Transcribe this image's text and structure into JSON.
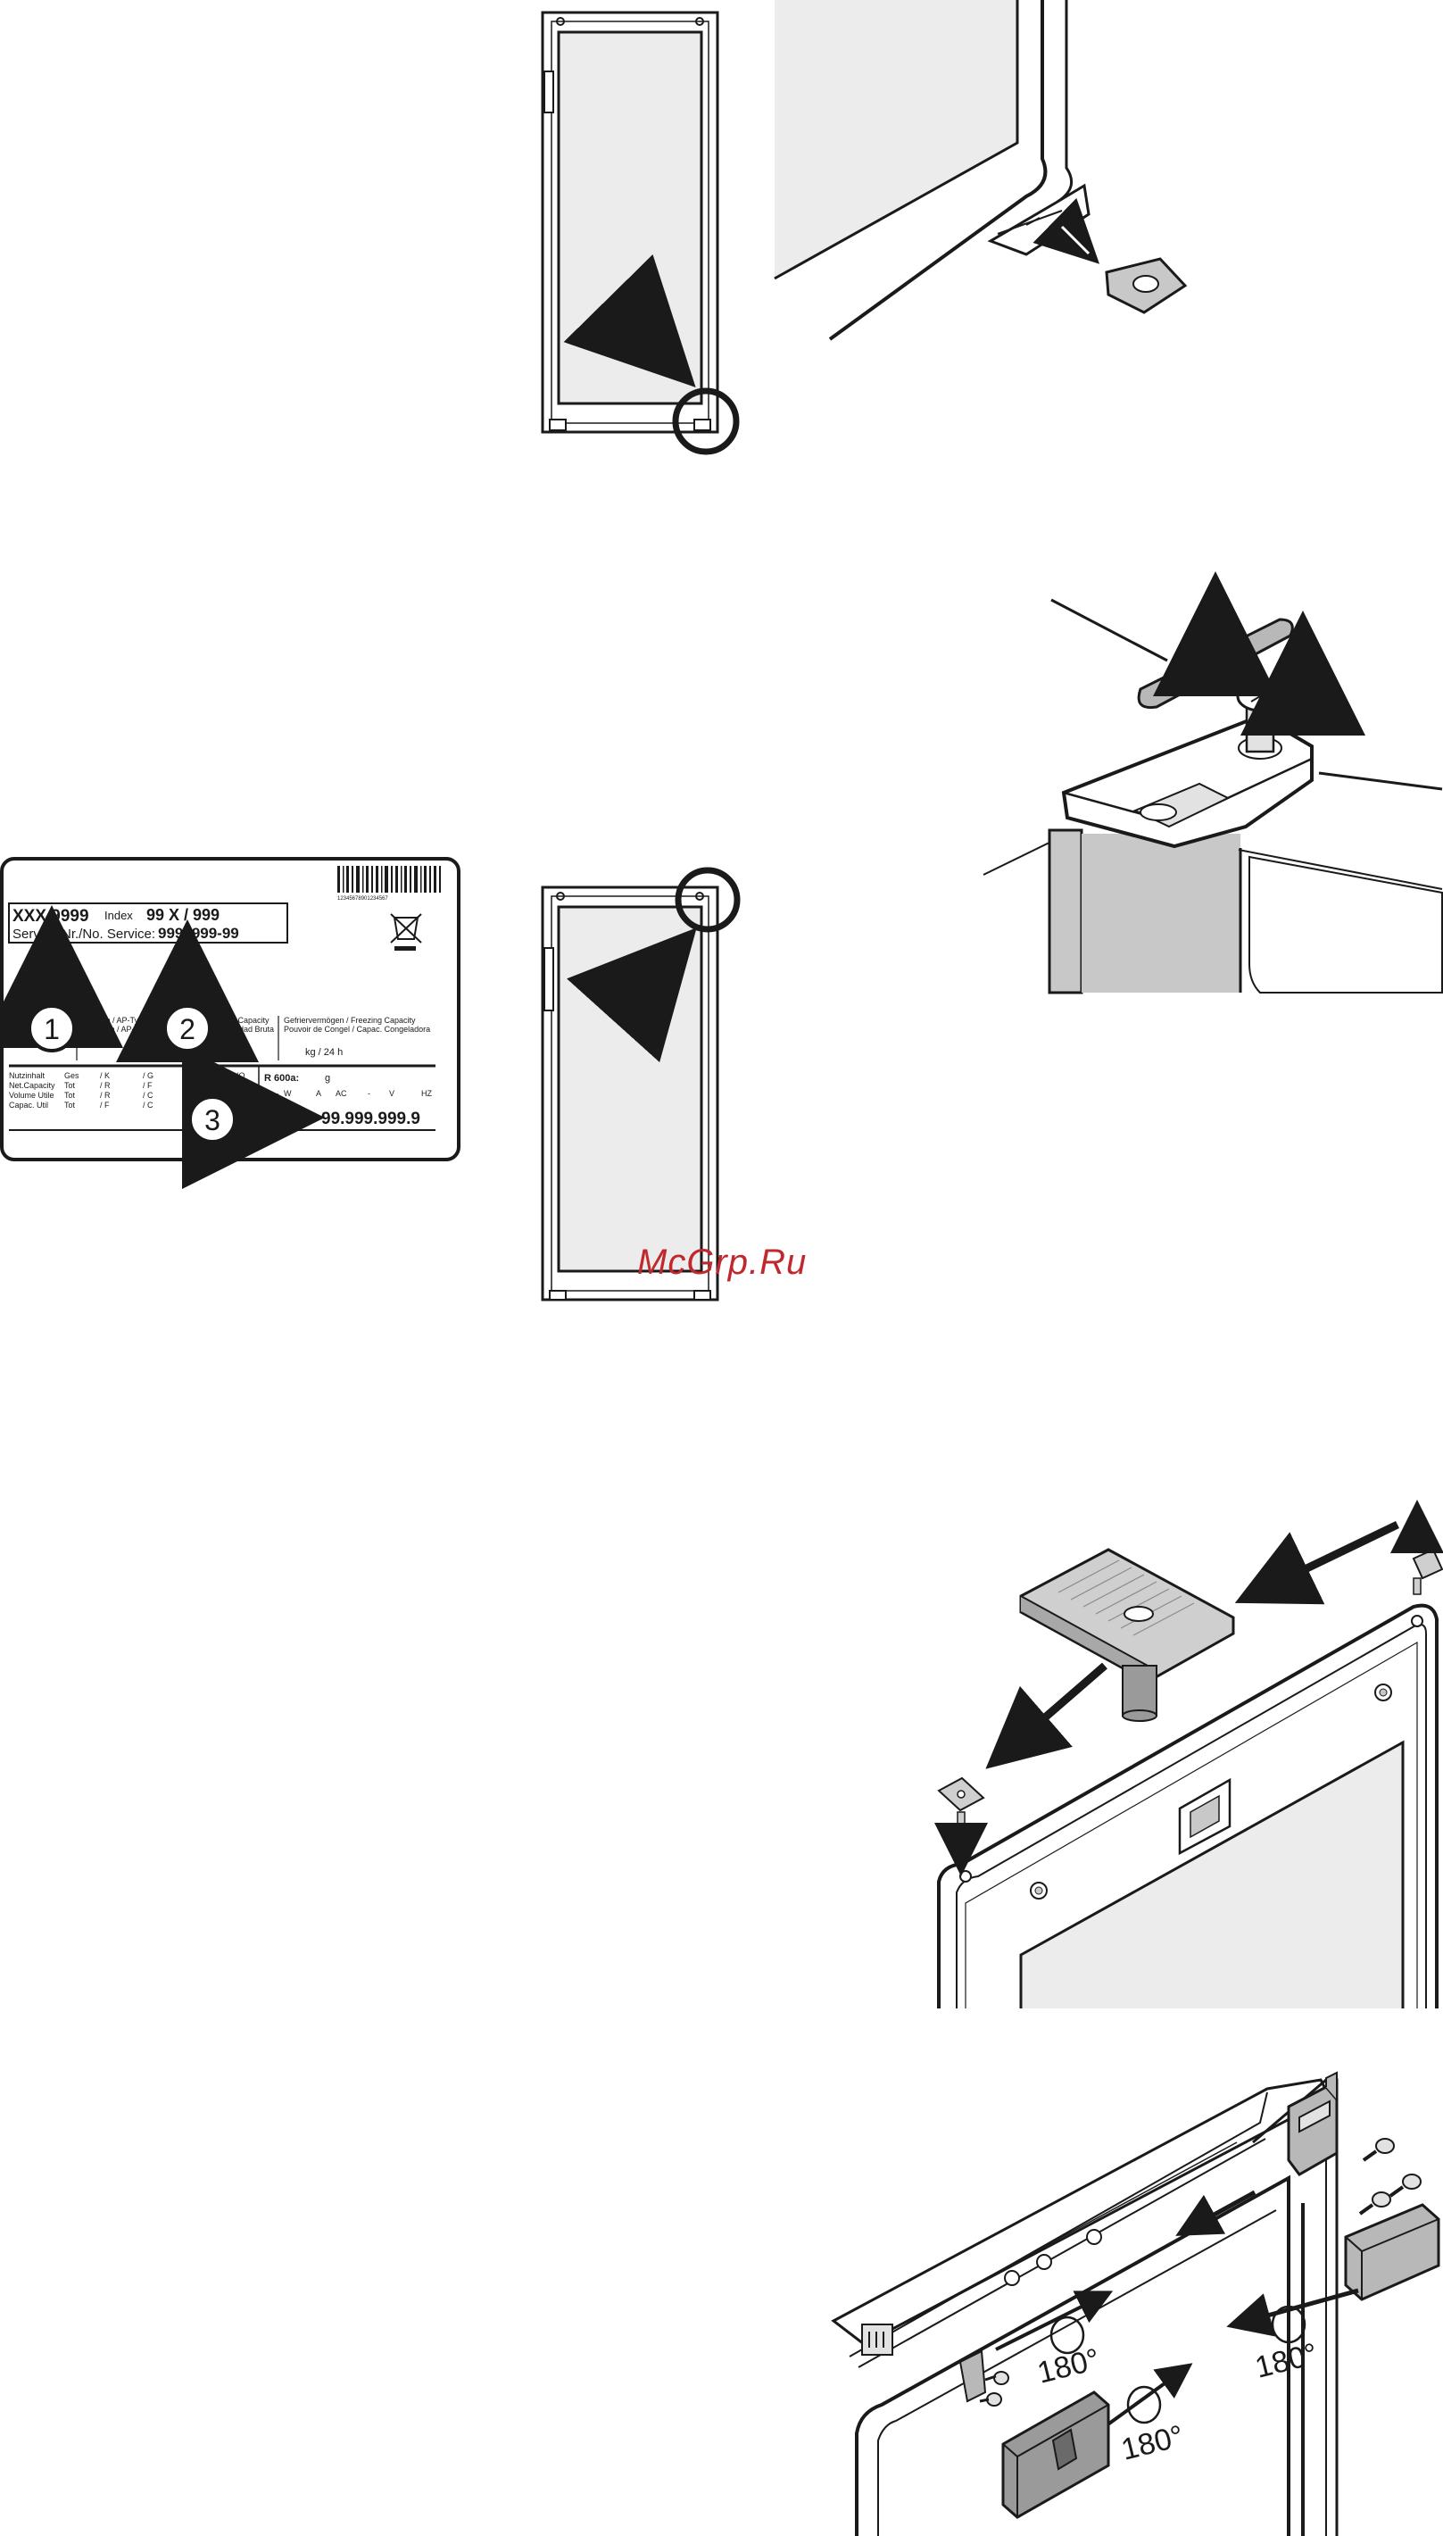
{
  "watermark": "McGrp.Ru",
  "plate": {
    "model": "XXX 9999",
    "index_label": "Index",
    "index_value": "99 X / 999",
    "service_label": "Service-Nr./No. Service:",
    "service_value": "9999999-99",
    "serial": "99.999.999.9",
    "barcode_digits": "12345678901234567",
    "callouts": [
      "1",
      "2",
      "3"
    ],
    "col_klasse": "Klasse",
    "col_klasse2": "Class",
    "col_ap1": "AP-Typ / AP-Type",
    "col_ap2": "AP-Type / AP-Tipo",
    "col_gross1": "Gross Capacity",
    "col_gross2": "Capacidad Bruta",
    "col_freeze1": "Gefriervermögen / Freezing Capacity",
    "col_freeze2": "Pouvoir de Congel / Capac. Congeladora",
    "kg24": "kg / 24 h",
    "rows": [
      [
        "Nutzinhalt",
        "Ges",
        "/ K",
        "/ G",
        "/ KE",
        "/ BIO"
      ],
      [
        "Net.Capacity",
        "Tot",
        "/ R",
        "/ F",
        "/ CE",
        "/ BIO"
      ],
      [
        "Volume Utile",
        "Tot",
        "/ R",
        "/ C",
        "/ C",
        "/ BIO"
      ],
      [
        "Capac. Util",
        "Tot",
        "/ F",
        "/ C",
        "/",
        "/ BIO"
      ]
    ],
    "refrigerant": "R 600a:",
    "refrigerant_unit": "g",
    "elec": [
      "W",
      "A",
      "AC",
      "-",
      "V",
      "HZ"
    ]
  },
  "rotation": {
    "label_a": "180°",
    "label_b": "180°",
    "label_c": "180°"
  },
  "colors": {
    "line": "#1a1a1a",
    "panel": "#ededed",
    "mid": "#c8c8c8",
    "dark": "#8a8a8a",
    "watermark": "#c0282d"
  }
}
